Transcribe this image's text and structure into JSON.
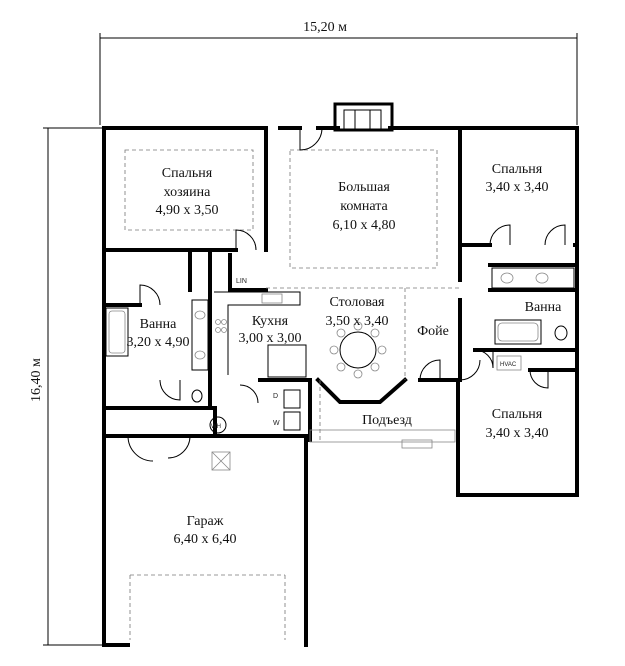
{
  "dimensions": {
    "width": "15,20 м",
    "height": "16,40 м"
  },
  "rooms": {
    "master_bedroom": {
      "line1": "Спальня",
      "line2": "хозяина",
      "size": "4,90 x 3,50"
    },
    "great_room": {
      "line1": "Большая",
      "line2": "комната",
      "size": "6,10 x 4,80"
    },
    "bedroom_top": {
      "name": "Спальня",
      "size": "3,40 x 3,40"
    },
    "bath_left": {
      "name": "Ванна",
      "size": "3,20 x 4,90"
    },
    "kitchen": {
      "name": "Кухня",
      "size": "3,00 x 3,00"
    },
    "dining": {
      "name": "Столовая",
      "size": "3,50 x 3,40"
    },
    "foyer": {
      "name": "Фойе"
    },
    "bath_right": {
      "name": "Ванна"
    },
    "porch": {
      "name": "Подъезд"
    },
    "bedroom_bottom": {
      "name": "Спальня",
      "size": "3,40 x 3,40"
    },
    "garage": {
      "name": "Гараж",
      "size": "6,40 x 6,40"
    }
  },
  "fixtures": {
    "linen": "LIN",
    "washer": "W",
    "dryer": "D",
    "water_heater": "WH",
    "hvac": "HVAC"
  }
}
